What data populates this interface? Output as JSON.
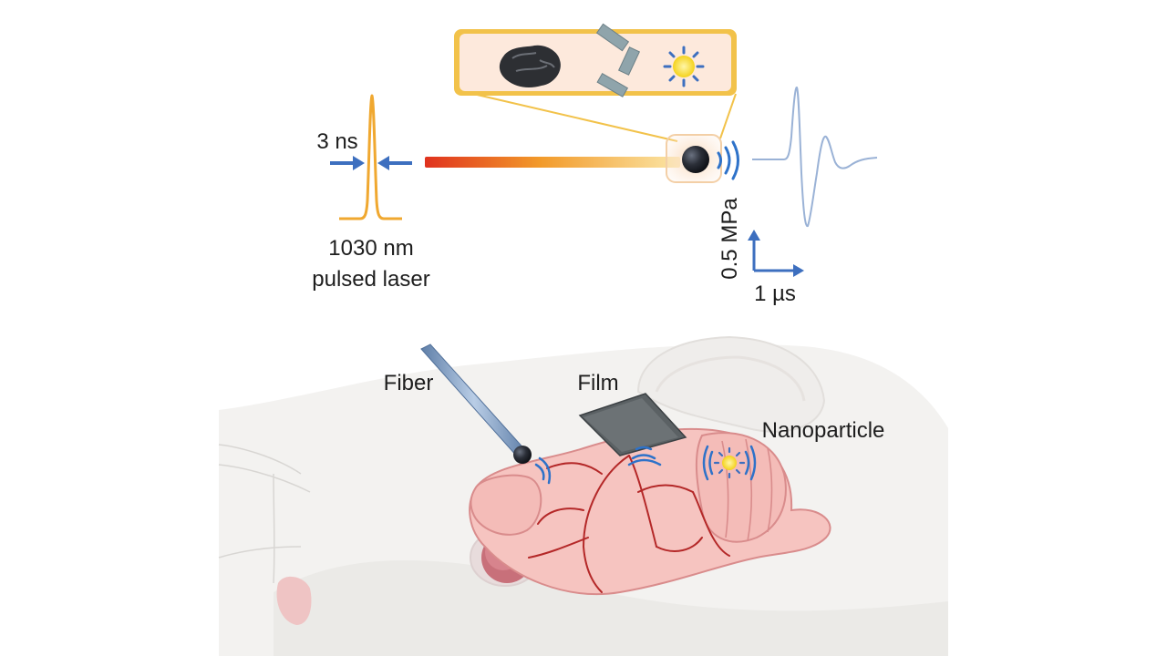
{
  "laser": {
    "pulse_width": "3 ns",
    "wavelength_line": "1030 nm",
    "type_line": "pulsed laser"
  },
  "inset_icons": [
    "black-particle-icon",
    "film-fragments-icon",
    "nanoparticle-sun-icon"
  ],
  "scale_bar": {
    "pressure": "0.5 MPa",
    "time": "1 µs"
  },
  "labels": {
    "fiber": "Fiber",
    "film": "Film",
    "nanoparticle": "Nanoparticle"
  },
  "colors": {
    "pulse": "#f0a830",
    "arrow_blue": "#3d6fbf",
    "beam_start": "#e0321e",
    "beam_end": "#fbe6a6",
    "wave_blue": "#2e72c9",
    "waveform": "#9ab2d6",
    "inset_border": "#f2c24a",
    "inset_fill": "#fde9dc",
    "brain": "#f6c4c0",
    "vessel": "#b42828",
    "fiber": "#7f9ec4"
  }
}
